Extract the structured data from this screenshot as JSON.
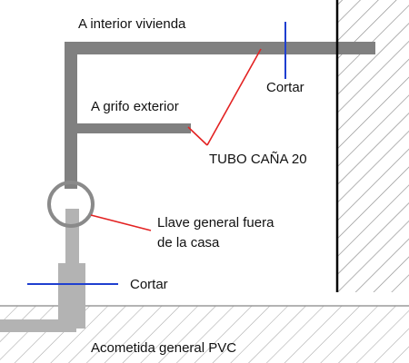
{
  "labels": {
    "interior": "A interior vivienda",
    "cortar_top": "Cortar",
    "grifo": "A grifo exterior",
    "tubo": "TUBO CAÑA 20",
    "llave_line1": "Llave general fuera",
    "llave_line2": "de la casa",
    "cortar_bottom": "Cortar",
    "acometida": "Acometida general PVC"
  },
  "colors": {
    "pipe": "#808080",
    "pvc": "#b3b3b3",
    "callout": "#e32222",
    "cut": "#1f3fd0",
    "wall": "#000000",
    "hatch": "#909090"
  }
}
